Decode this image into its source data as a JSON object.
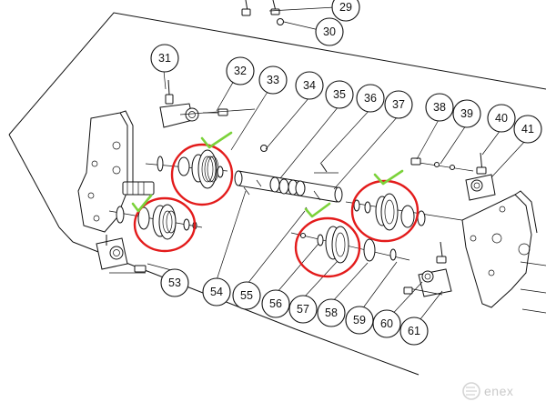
{
  "callouts": [
    {
      "id": "29",
      "label": "29"
    },
    {
      "id": "30",
      "label": "30"
    },
    {
      "id": "31",
      "label": "31"
    },
    {
      "id": "32",
      "label": "32"
    },
    {
      "id": "33",
      "label": "33"
    },
    {
      "id": "34",
      "label": "34"
    },
    {
      "id": "35",
      "label": "35"
    },
    {
      "id": "36",
      "label": "36"
    },
    {
      "id": "37",
      "label": "37"
    },
    {
      "id": "38",
      "label": "38"
    },
    {
      "id": "39",
      "label": "39"
    },
    {
      "id": "40",
      "label": "40"
    },
    {
      "id": "41",
      "label": "41"
    },
    {
      "id": "53",
      "label": "53"
    },
    {
      "id": "54",
      "label": "54"
    },
    {
      "id": "55",
      "label": "55"
    },
    {
      "id": "56",
      "label": "56"
    },
    {
      "id": "57",
      "label": "57"
    },
    {
      "id": "58",
      "label": "58"
    },
    {
      "id": "59",
      "label": "59"
    },
    {
      "id": "60",
      "label": "60"
    },
    {
      "id": "61",
      "label": "61"
    }
  ],
  "watermark": {
    "text": "enex"
  },
  "colors": {
    "highlight": "#e31b1b",
    "check": "#7bd23a",
    "line": "#111111",
    "watermark": "#c9c9c9"
  }
}
